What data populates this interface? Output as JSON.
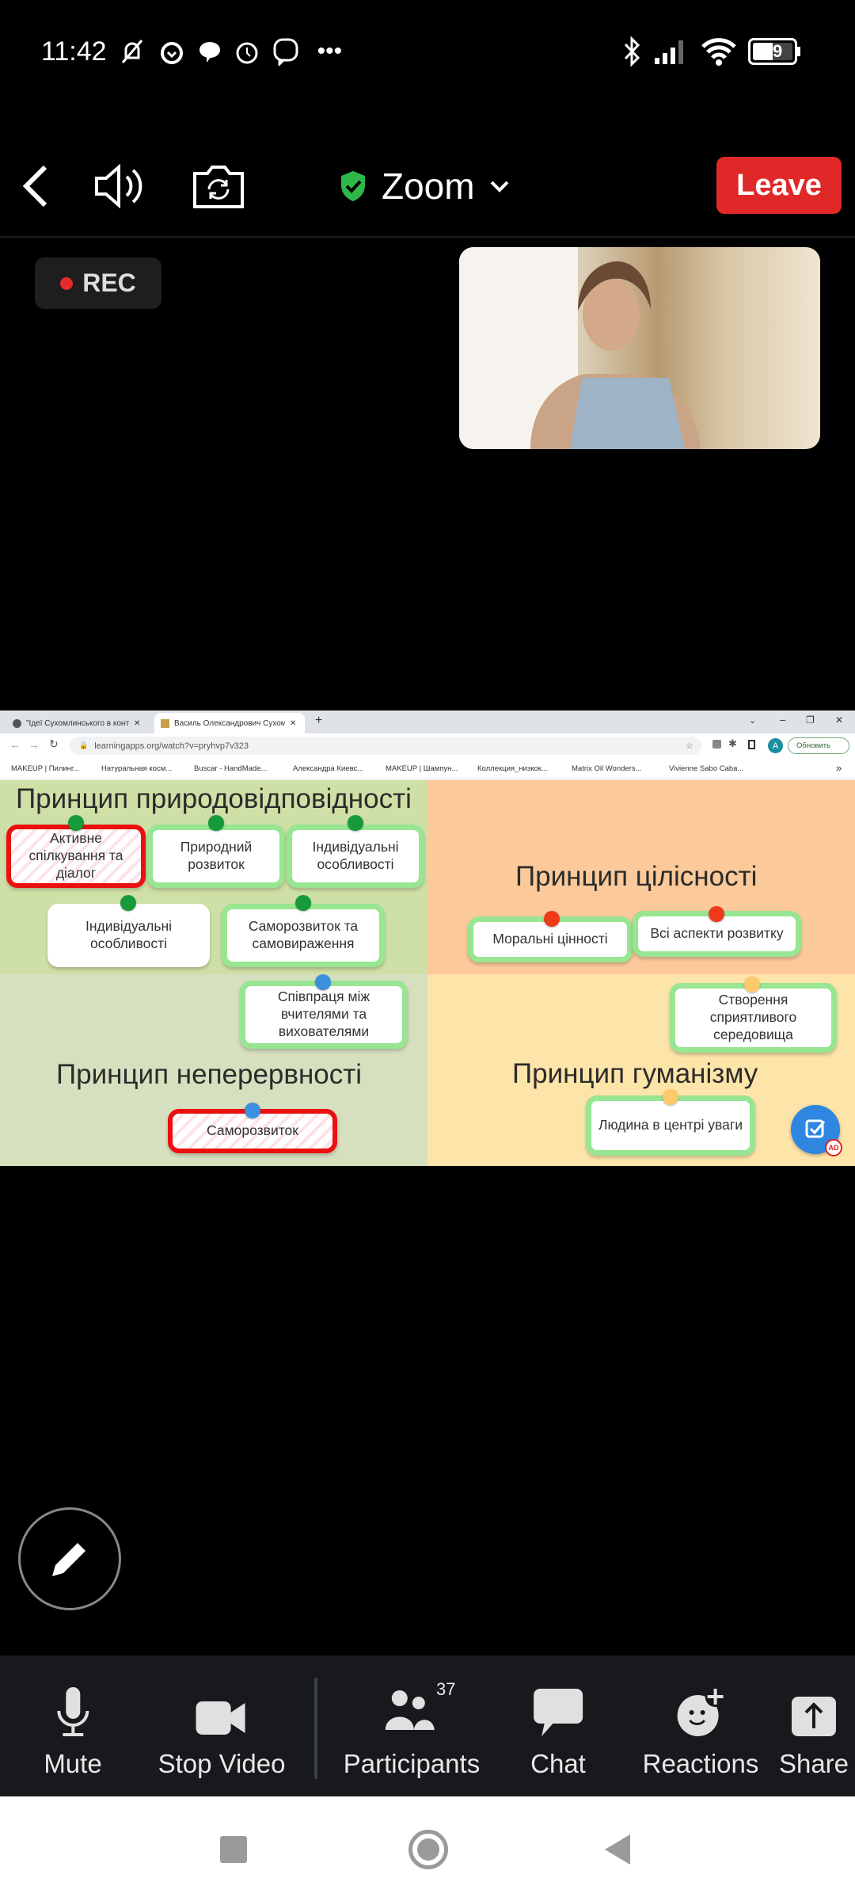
{
  "status_bar": {
    "time": "11:42",
    "battery": "49",
    "icons_left": [
      "mute-vibrate-icon",
      "alarm-icon",
      "message-icon",
      "clock-icon",
      "viber-icon",
      "more-icon"
    ],
    "icons_right": [
      "bluetooth-icon",
      "signal-icon",
      "wifi-icon",
      "battery-icon"
    ]
  },
  "header": {
    "title": "Zoom",
    "leave_label": "Leave",
    "rec_label": "REC"
  },
  "browser": {
    "tabs": [
      {
        "label": "\"Ідеї Сухомлинського в контекс"
      },
      {
        "label": "Василь Олександрович Сухомл"
      }
    ],
    "url": "learningapps.org/watch?v=pryhvp7v323",
    "profile_initial": "A",
    "update_label": "Обновить",
    "bookmarks": [
      "MAKEUP | Пилинг...",
      "Натуральная косм...",
      "Buscar - HandMade...",
      "Александра Киевс...",
      "MAKEUP | Шампун...",
      "Коллекция_низкок...",
      "Matrix Oil Wonders...",
      "Vivienne Sabo Caba..."
    ],
    "bookmarks_more": "»"
  },
  "app": {
    "titles": {
      "tl": "Принцип природовідповідності",
      "tr": "Принцип цілісності",
      "bl": "Принцип неперервності",
      "br": "Принцип гуманізму"
    },
    "cards": [
      "Природний розвиток",
      "Активне спілкування та діалог",
      "Індивідуальні особливості",
      "Індивідуальні особливості",
      "Саморозвиток та самовираження",
      "Моральні цінності",
      "Всі аспекти розвитку",
      "Співпраця між вчителями та вихователями",
      "Саморозвиток",
      "Створення сприятливого середовища",
      "Людина в центрі уваги"
    ]
  },
  "toolbar": {
    "mute": "Mute",
    "stop_video": "Stop Video",
    "participants": "Participants",
    "participants_count": "37",
    "chat": "Chat",
    "reactions": "Reactions",
    "share": "Share"
  },
  "colors": {
    "leave": "#e02828",
    "card_border": "#98e592",
    "wrong": "#ea1010"
  }
}
